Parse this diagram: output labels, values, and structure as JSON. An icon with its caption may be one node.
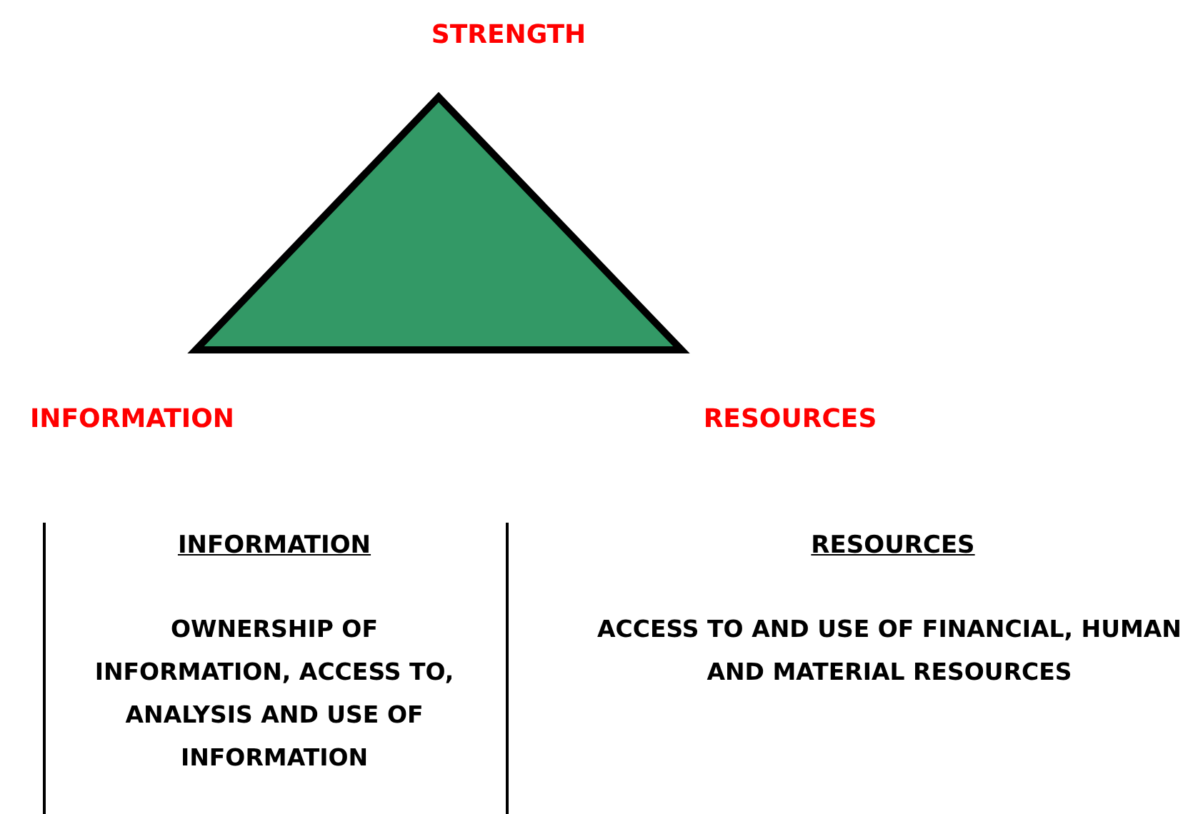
{
  "diagram": {
    "labels": [
      "STRENGTH",
      "INFORMATION",
      "RESOURCES",
      "INFORMATION",
      "RESOURCES",
      "OWNERSHIP OF INFORMATION, ACCESS TO, ANALYSIS AND USE OF INFORMATION",
      "ACCESS TO AND USE OF FINANCIAL, HUMAN AND MATERIAL RESOURCES"
    ]
  }
}
